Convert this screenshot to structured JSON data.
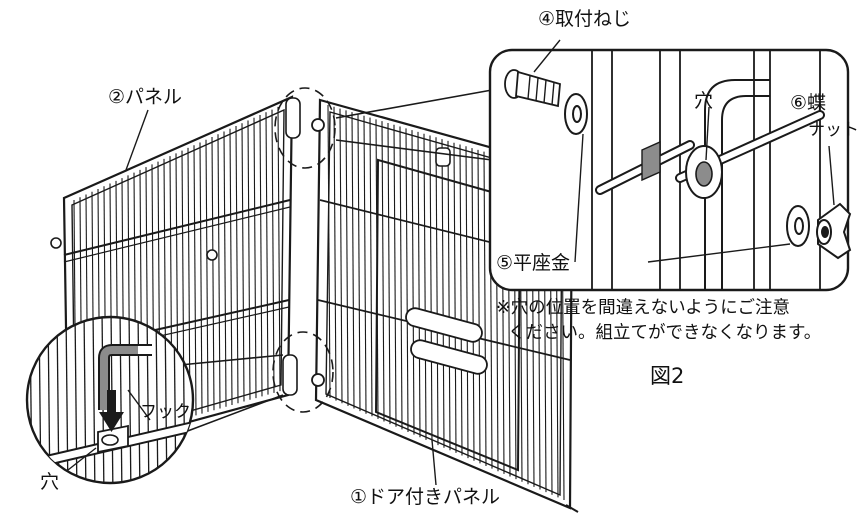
{
  "labels": {
    "panel": "②パネル",
    "door_panel": "①ドア付きパネル",
    "screw": "④取付ねじ",
    "hole_inset": "穴",
    "wing_nut_num": "⑥蝶",
    "wing_nut_name": "ナット",
    "flat_washer": "⑤平座金",
    "hook": "フック",
    "hole_bottom": "穴",
    "figure": "図2"
  },
  "note": {
    "line1": "※穴の位置を間違えないようにご注意",
    "line2": "ください。組立てができなくなります。"
  },
  "colors": {
    "line": "#1a1a1a",
    "gray_fill": "#8c8c8c",
    "light_fill": "#cfcfcf"
  }
}
